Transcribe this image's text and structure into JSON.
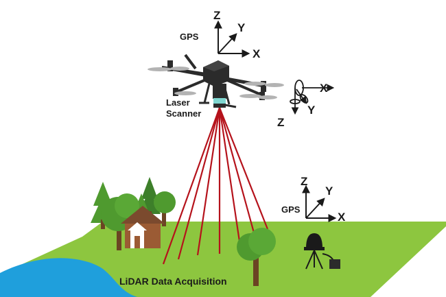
{
  "caption": "LiDAR Data Acquisition",
  "drone": {
    "gps_label": "GPS",
    "scanner_line1": "Laser",
    "scanner_line2": "Scanner"
  },
  "drone_axes": {
    "z": "Z",
    "y": "Y",
    "x": "X"
  },
  "imu_axes": {
    "x": "X",
    "y": "Y",
    "z": "Z"
  },
  "ground_station": {
    "gps_label": "GPS",
    "z": "Z",
    "y": "Y",
    "x": "X"
  },
  "colors": {
    "ground": "#8dc63f",
    "water": "#1f9fdc",
    "laser_beam": "#b5121b",
    "drone_body": "#2b2b2b",
    "rotor": "#b3b3b3",
    "tree_green": "#4f9a2f",
    "conifer": "#3d7f2a",
    "house_roof": "#7b4a2e",
    "house_wall": "#9b5b34",
    "trunk": "#6b4423"
  },
  "icons": [
    "drone-icon",
    "laser-scanner-icon",
    "house-icon",
    "tree-icon",
    "gps-base-station-icon"
  ]
}
